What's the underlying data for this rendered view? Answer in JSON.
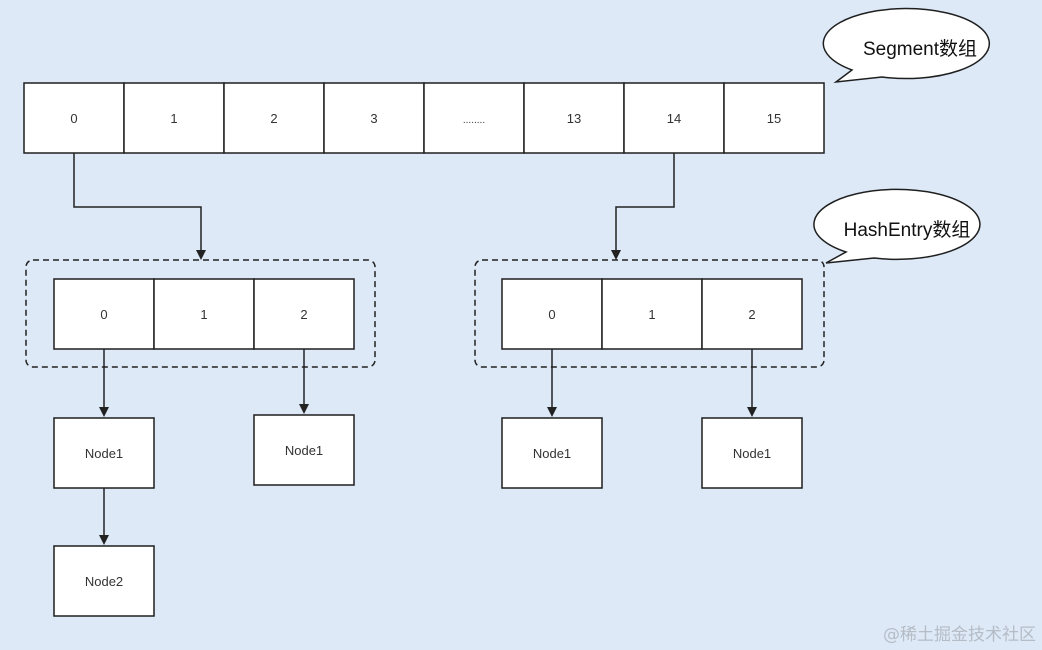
{
  "segment_array": {
    "label": "Segment数组",
    "cells": [
      "0",
      "1",
      "2",
      "3",
      "........",
      "13",
      "14",
      "15"
    ]
  },
  "hashentry_groups": [
    {
      "cells": [
        "0",
        "1",
        "2"
      ],
      "nodes": [
        {
          "label": "Node1"
        },
        {
          "label": "Node2"
        },
        {
          "label": "Node1"
        }
      ]
    },
    {
      "cells": [
        "0",
        "1",
        "2"
      ],
      "nodes": [
        {
          "label": "Node1"
        },
        {
          "label": "Node1"
        }
      ]
    }
  ],
  "hashentry_label": "HashEntry数组",
  "watermark": "@稀土掘金技术社区",
  "colors": {
    "background": "#dde9f7",
    "box_fill": "#ffffff",
    "stroke": "#1f1f1f",
    "watermark": "#b5bcc6"
  }
}
